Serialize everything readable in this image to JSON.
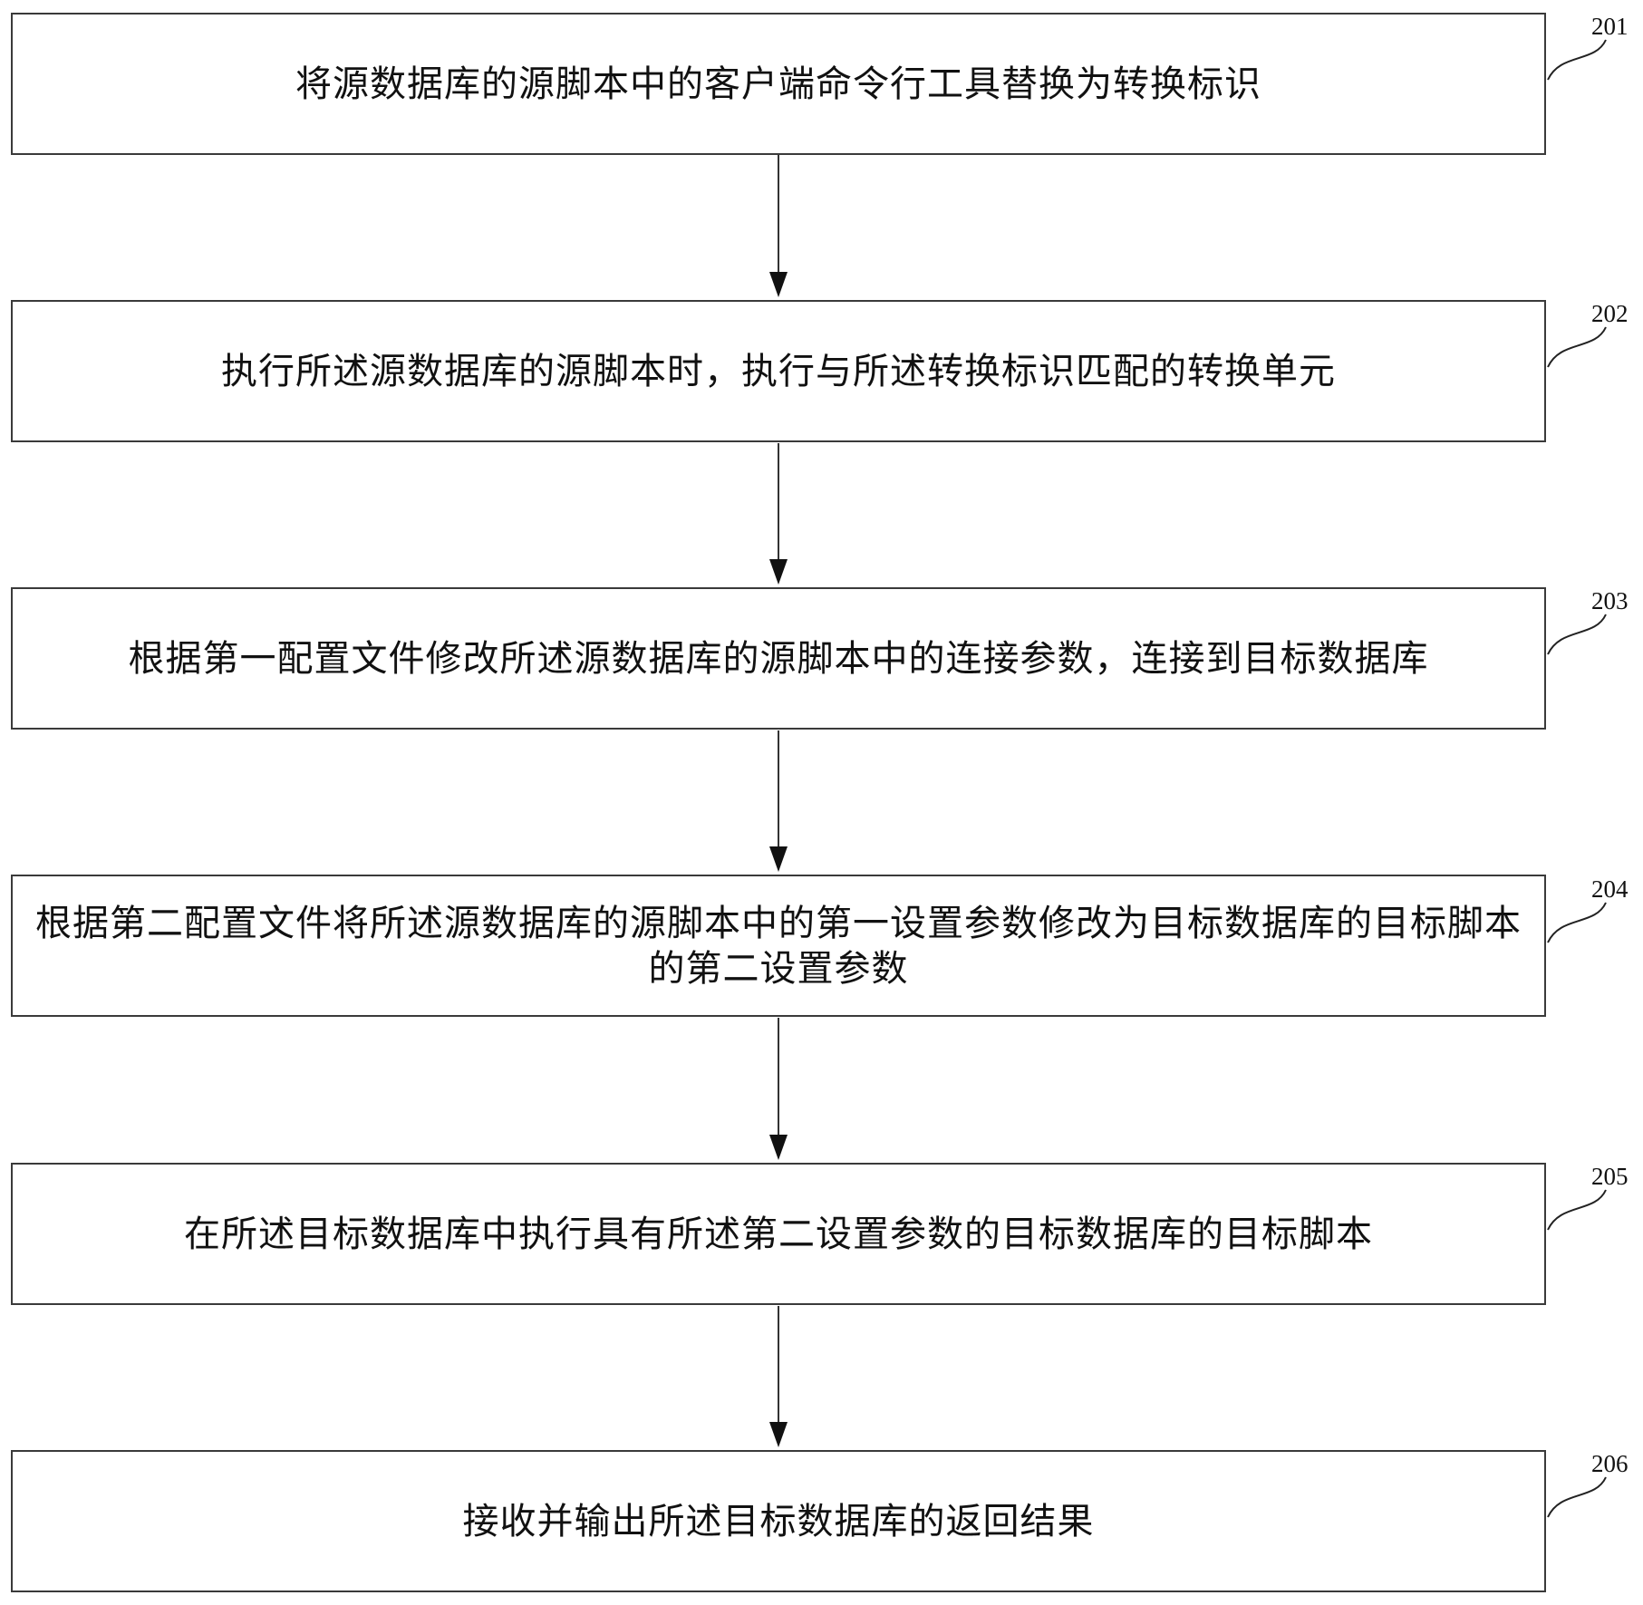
{
  "flowchart": {
    "steps": [
      {
        "label": "201",
        "text": "将源数据库的源脚本中的客户端命令行工具替换为转换标识"
      },
      {
        "label": "202",
        "text": "执行所述源数据库的源脚本时，执行与所述转换标识匹配的转换单元"
      },
      {
        "label": "203",
        "text": "根据第一配置文件修改所述源数据库的源脚本中的连接参数，连接到目标数据库"
      },
      {
        "label": "204",
        "text": "根据第二配置文件将所述源数据库的源脚本中的第一设置参数修改为目标数据库的目标脚本的第二设置参数"
      },
      {
        "label": "205",
        "text": "在所述目标数据库中执行具有所述第二设置参数的目标数据库的目标脚本"
      },
      {
        "label": "206",
        "text": "接收并输出所述目标数据库的返回结果"
      }
    ]
  }
}
